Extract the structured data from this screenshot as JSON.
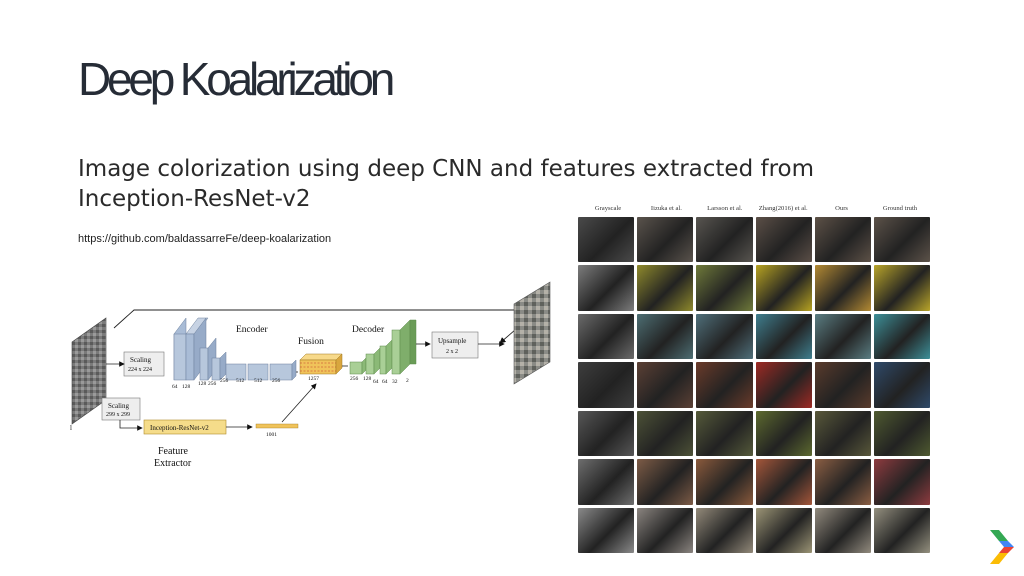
{
  "slide": {
    "title": "Deep Koalarization",
    "subtitle": "Image colorization using deep CNN and features extracted from Inception-ResNet-v2",
    "link": "https://github.com/baldassarreFe/deep-koalarization"
  },
  "diagram": {
    "encoder_label": "Encoder",
    "fusion_label": "Fusion",
    "decoder_label": "Decoder",
    "scaling_top_label": "Scaling",
    "scaling_top_size": "224 x 224",
    "scaling_bottom_label": "Scaling",
    "scaling_bottom_size": "299 x 299",
    "upsample_label": "Upsample",
    "upsample_size": "2 x 2",
    "inception_label": "Inception-ResNet-v2",
    "feature_extractor_line1": "Feature",
    "feature_extractor_line2": "Extractor",
    "vector_size": "1001",
    "fusion_size": "1257",
    "input_marker": "l",
    "encoder_dims": [
      "64",
      "128",
      "128",
      "256",
      "256",
      "512",
      "512",
      "256"
    ],
    "decoder_dims": [
      "256",
      "128",
      "64",
      "64",
      "32",
      "2"
    ]
  },
  "comparison": {
    "headers": [
      "Grayscale",
      "Iizuka et al.",
      "Larsson et al.",
      "Zhang(2016) et al.",
      "Ours",
      "Ground truth"
    ]
  },
  "colors": {
    "encoder_block": "#a9bcd6",
    "decoder_block": "#9cc48a",
    "fusion_block": "#f0c35a",
    "inception_block": "#f5dc8a",
    "logo_green": "#34a853",
    "logo_blue": "#4285f4",
    "logo_red": "#ea4335",
    "logo_yellow": "#fbbc05"
  }
}
